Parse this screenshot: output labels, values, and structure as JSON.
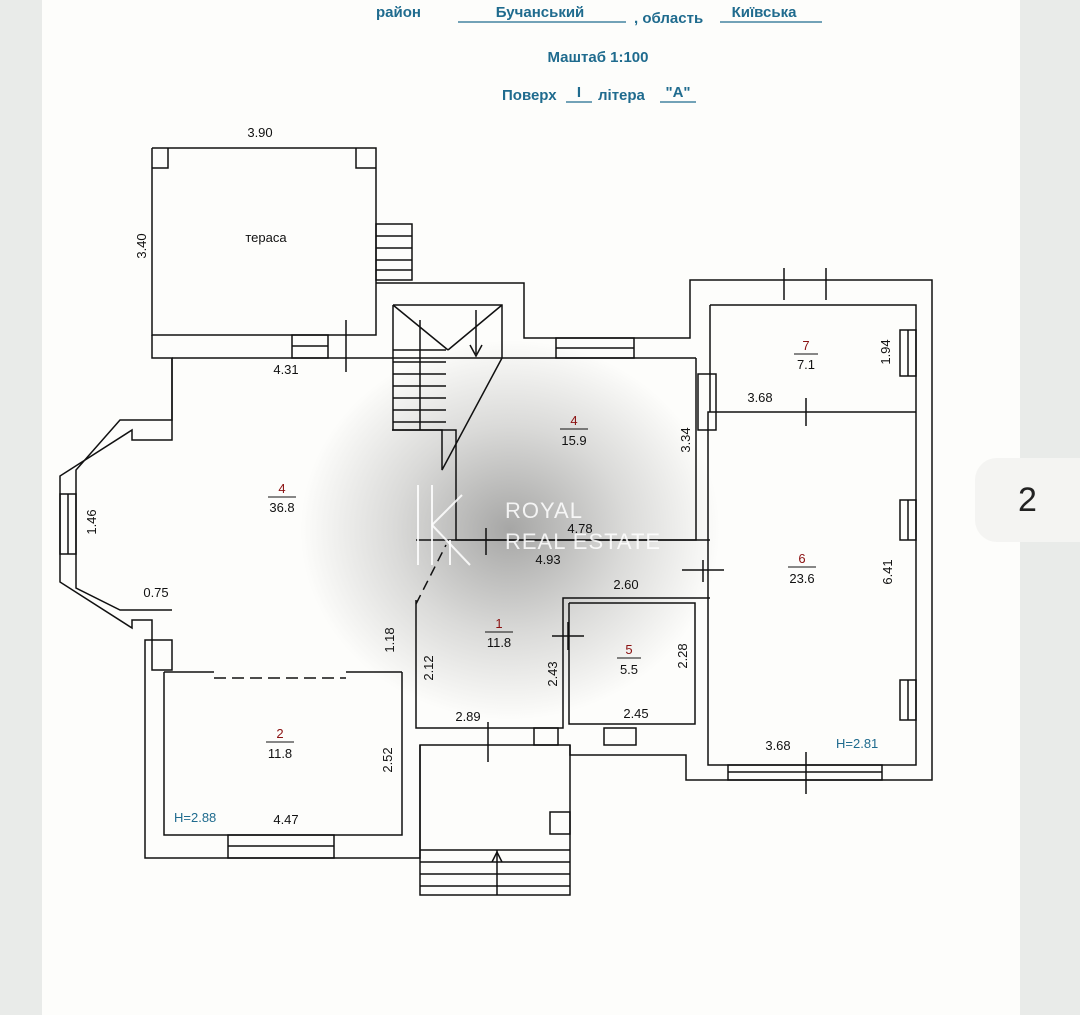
{
  "header": {
    "district_label": "район",
    "district_value": "Бучанський",
    "region_label": ", область",
    "region_value": "Київська",
    "scale": "Маштаб 1:100",
    "floor_label": "Поверх",
    "floor_value": "I",
    "letter_label": "літера",
    "letter_value": "\"А\""
  },
  "rooms": {
    "terrace": "тераса",
    "living": {
      "number": "4",
      "area": "36.8"
    },
    "hall": {
      "number": "4",
      "area": "15.9"
    },
    "room7": {
      "number": "7",
      "area": "7.1"
    },
    "room6": {
      "number": "6",
      "area": "23.6"
    },
    "room1": {
      "number": "1",
      "area": "11.8"
    },
    "room5": {
      "number": "5",
      "area": "5.5"
    },
    "room2": {
      "number": "2",
      "area": "11.8"
    }
  },
  "dimensions": {
    "d390": "3.90",
    "d340": "3.40",
    "d431": "4.31",
    "d146": "1.46",
    "d075": "0.75",
    "d334": "3.34",
    "d478": "4.78",
    "d493": "4.93",
    "d194": "1.94",
    "d368a": "3.68",
    "d641": "6.41",
    "d368b": "3.68",
    "d260": "2.60",
    "d228": "2.28",
    "d243": "2.43",
    "d118": "1.18",
    "d212": "2.12",
    "d289": "2.89",
    "d245": "2.45",
    "d252": "2.52",
    "d447": "4.47"
  },
  "heights": {
    "left": "H=2.88",
    "right": "H=2.81"
  },
  "watermark": {
    "line1": "ROYAL",
    "line2": "REAL ESTATE"
  },
  "page_number": "2"
}
